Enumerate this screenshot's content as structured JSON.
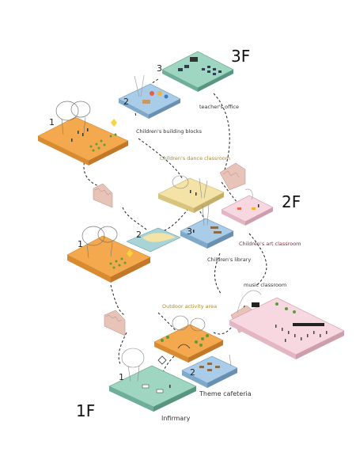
{
  "floors": {
    "third": "3F",
    "second": "2F",
    "first": "1F"
  },
  "labels": {
    "teachers_office": "teacher's office",
    "building_blocks": "Children's building blocks",
    "dance_classroom": "Children's dance classroom",
    "art_classroom": "Children's art classroom",
    "library": "Children's library",
    "music_classroom": "music classroom",
    "outdoor_activity": "Outdoor activity area",
    "theme_cafeteria": "Theme cafeteria",
    "infirmary": "Infirmary"
  },
  "zone_numbers": {
    "f3_a": "1",
    "f3_b": "2",
    "f3_c": "3",
    "f2_a": "1",
    "f2_b": "2",
    "f2_c": "3",
    "f1_a": "1",
    "f1_b": "2"
  },
  "colors": {
    "orange": "#f4a94e",
    "light_blue": "#a9cde8",
    "mint": "#9fd6c2",
    "pink": "#f7d7e0",
    "cream": "#f3e3a6",
    "olive_text": "#b08a2a",
    "maroon_text": "#7a2a3a",
    "stair": "#e8c3b8"
  }
}
